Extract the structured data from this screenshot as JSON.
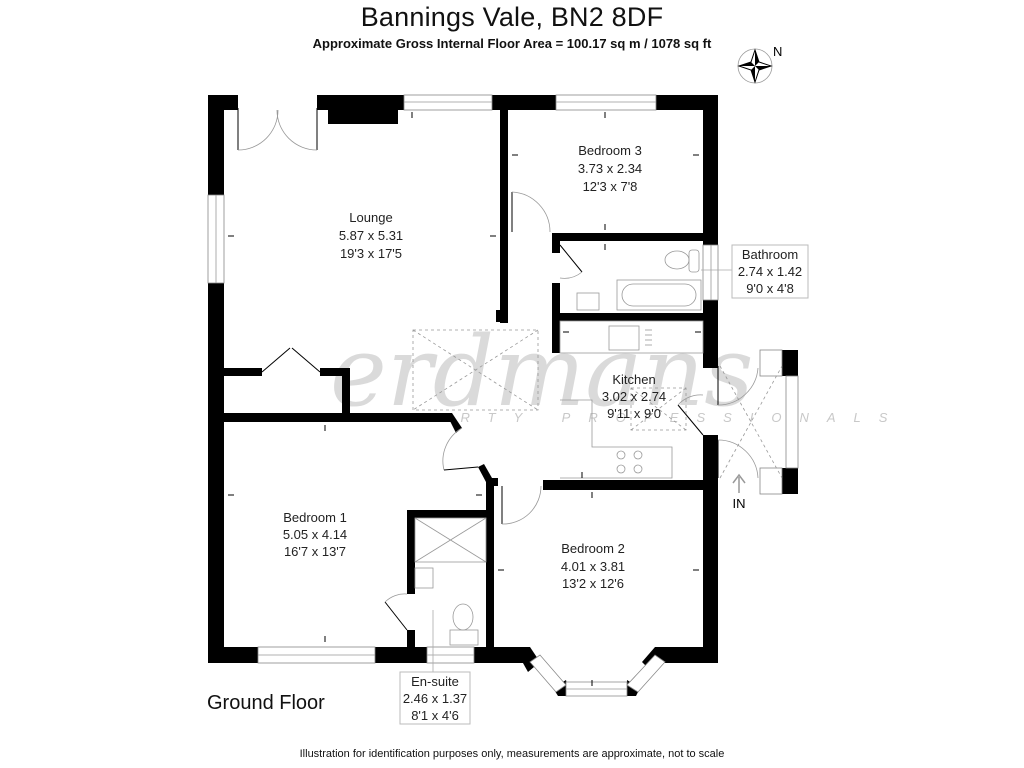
{
  "header": {
    "title": "Bannings Vale, BN2 8DF",
    "subtitle": "Approximate Gross Internal Floor Area = 100.17 sq m / 1078 sq ft"
  },
  "compass": {
    "icon": "compass-rose-icon",
    "label": "N"
  },
  "watermark": {
    "brand": "erdmans",
    "tagline": "PROPERTY PROFESSIONALS"
  },
  "rooms": {
    "lounge": {
      "name": "Lounge",
      "metric": "5.87 x 5.31",
      "imperial": "19'3 x 17'5"
    },
    "bedroom3": {
      "name": "Bedroom 3",
      "metric": "3.73 x 2.34",
      "imperial": "12'3 x 7'8"
    },
    "bathroom": {
      "name": "Bathroom",
      "metric": "2.74 x 1.42",
      "imperial": "9'0 x 4'8"
    },
    "kitchen": {
      "name": "Kitchen",
      "metric": "3.02 x 2.74",
      "imperial": "9'11 x 9'0"
    },
    "bedroom1": {
      "name": "Bedroom 1",
      "metric": "5.05 x 4.14",
      "imperial": "16'7 x 13'7"
    },
    "bedroom2": {
      "name": "Bedroom 2",
      "metric": "4.01 x 3.81",
      "imperial": "13'2 x 12'6"
    },
    "ensuite": {
      "name": "En-suite",
      "metric": "2.46 x 1.37",
      "imperial": "8'1 x 4'6"
    }
  },
  "entrance": {
    "label": "IN",
    "icon": "entrance-arrow-icon"
  },
  "floor": {
    "label": "Ground Floor"
  },
  "footer": {
    "disclaimer": "Illustration for identification purposes only, measurements are approximate, not to scale"
  }
}
